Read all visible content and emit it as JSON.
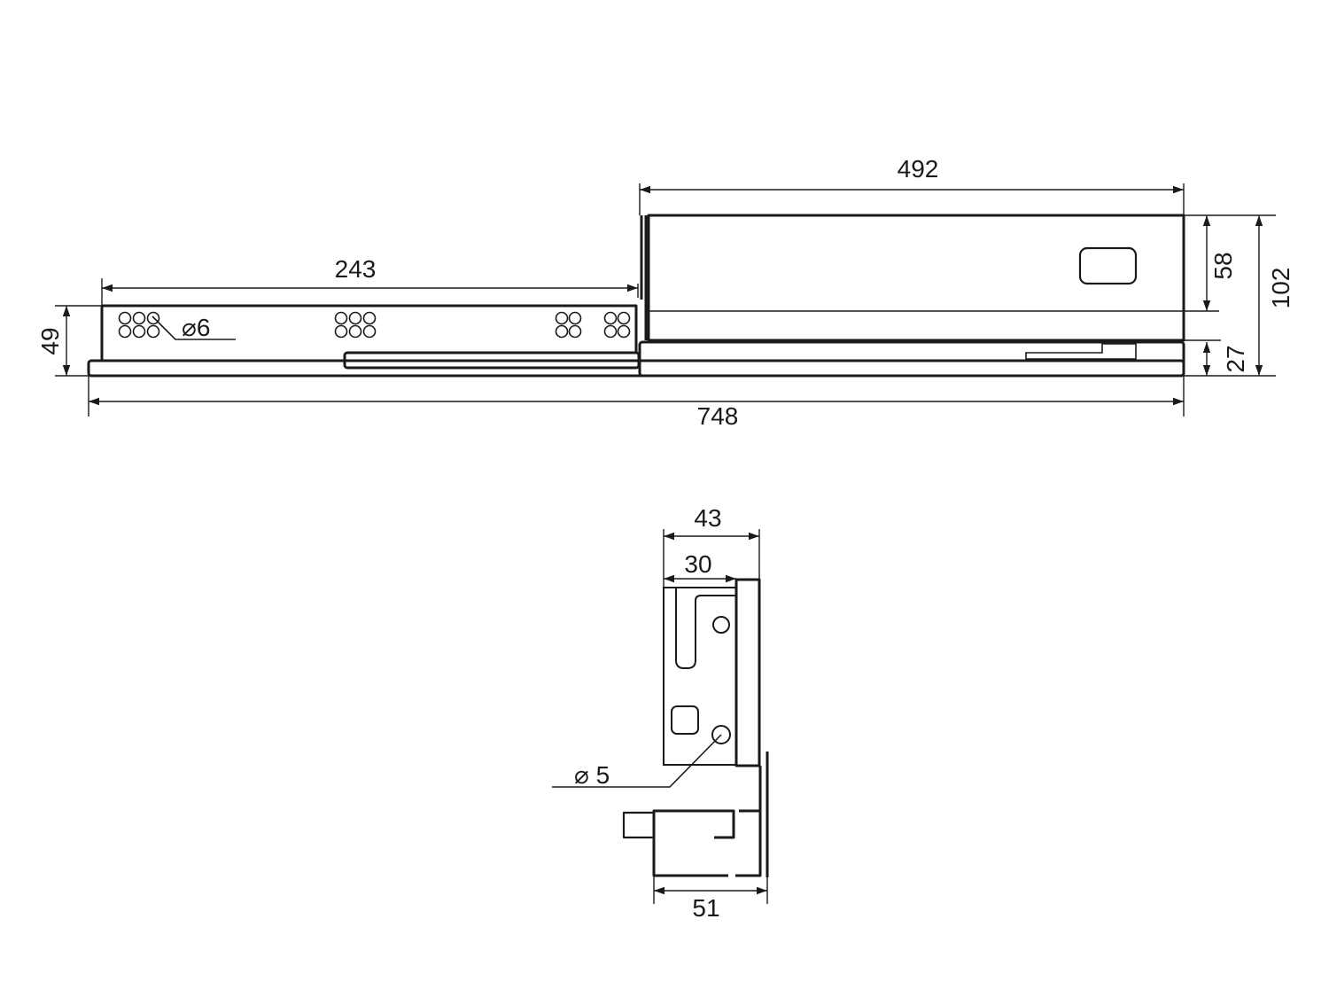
{
  "drawing": {
    "side_view": {
      "dim_total_length": "748",
      "dim_drawer_length": "492",
      "dim_rail_length": "243",
      "dim_rail_height": "49",
      "dim_upper_height": "58",
      "dim_lower_height": "27",
      "dim_total_height": "102",
      "hole_diameter": "⌀6"
    },
    "end_view": {
      "dim_overall_width": "43",
      "dim_plate_width": "30",
      "dim_base_width": "51",
      "hole_diameter": "⌀ 5"
    }
  },
  "colors": {
    "line": "#1a1a1a",
    "background": "#ffffff"
  }
}
